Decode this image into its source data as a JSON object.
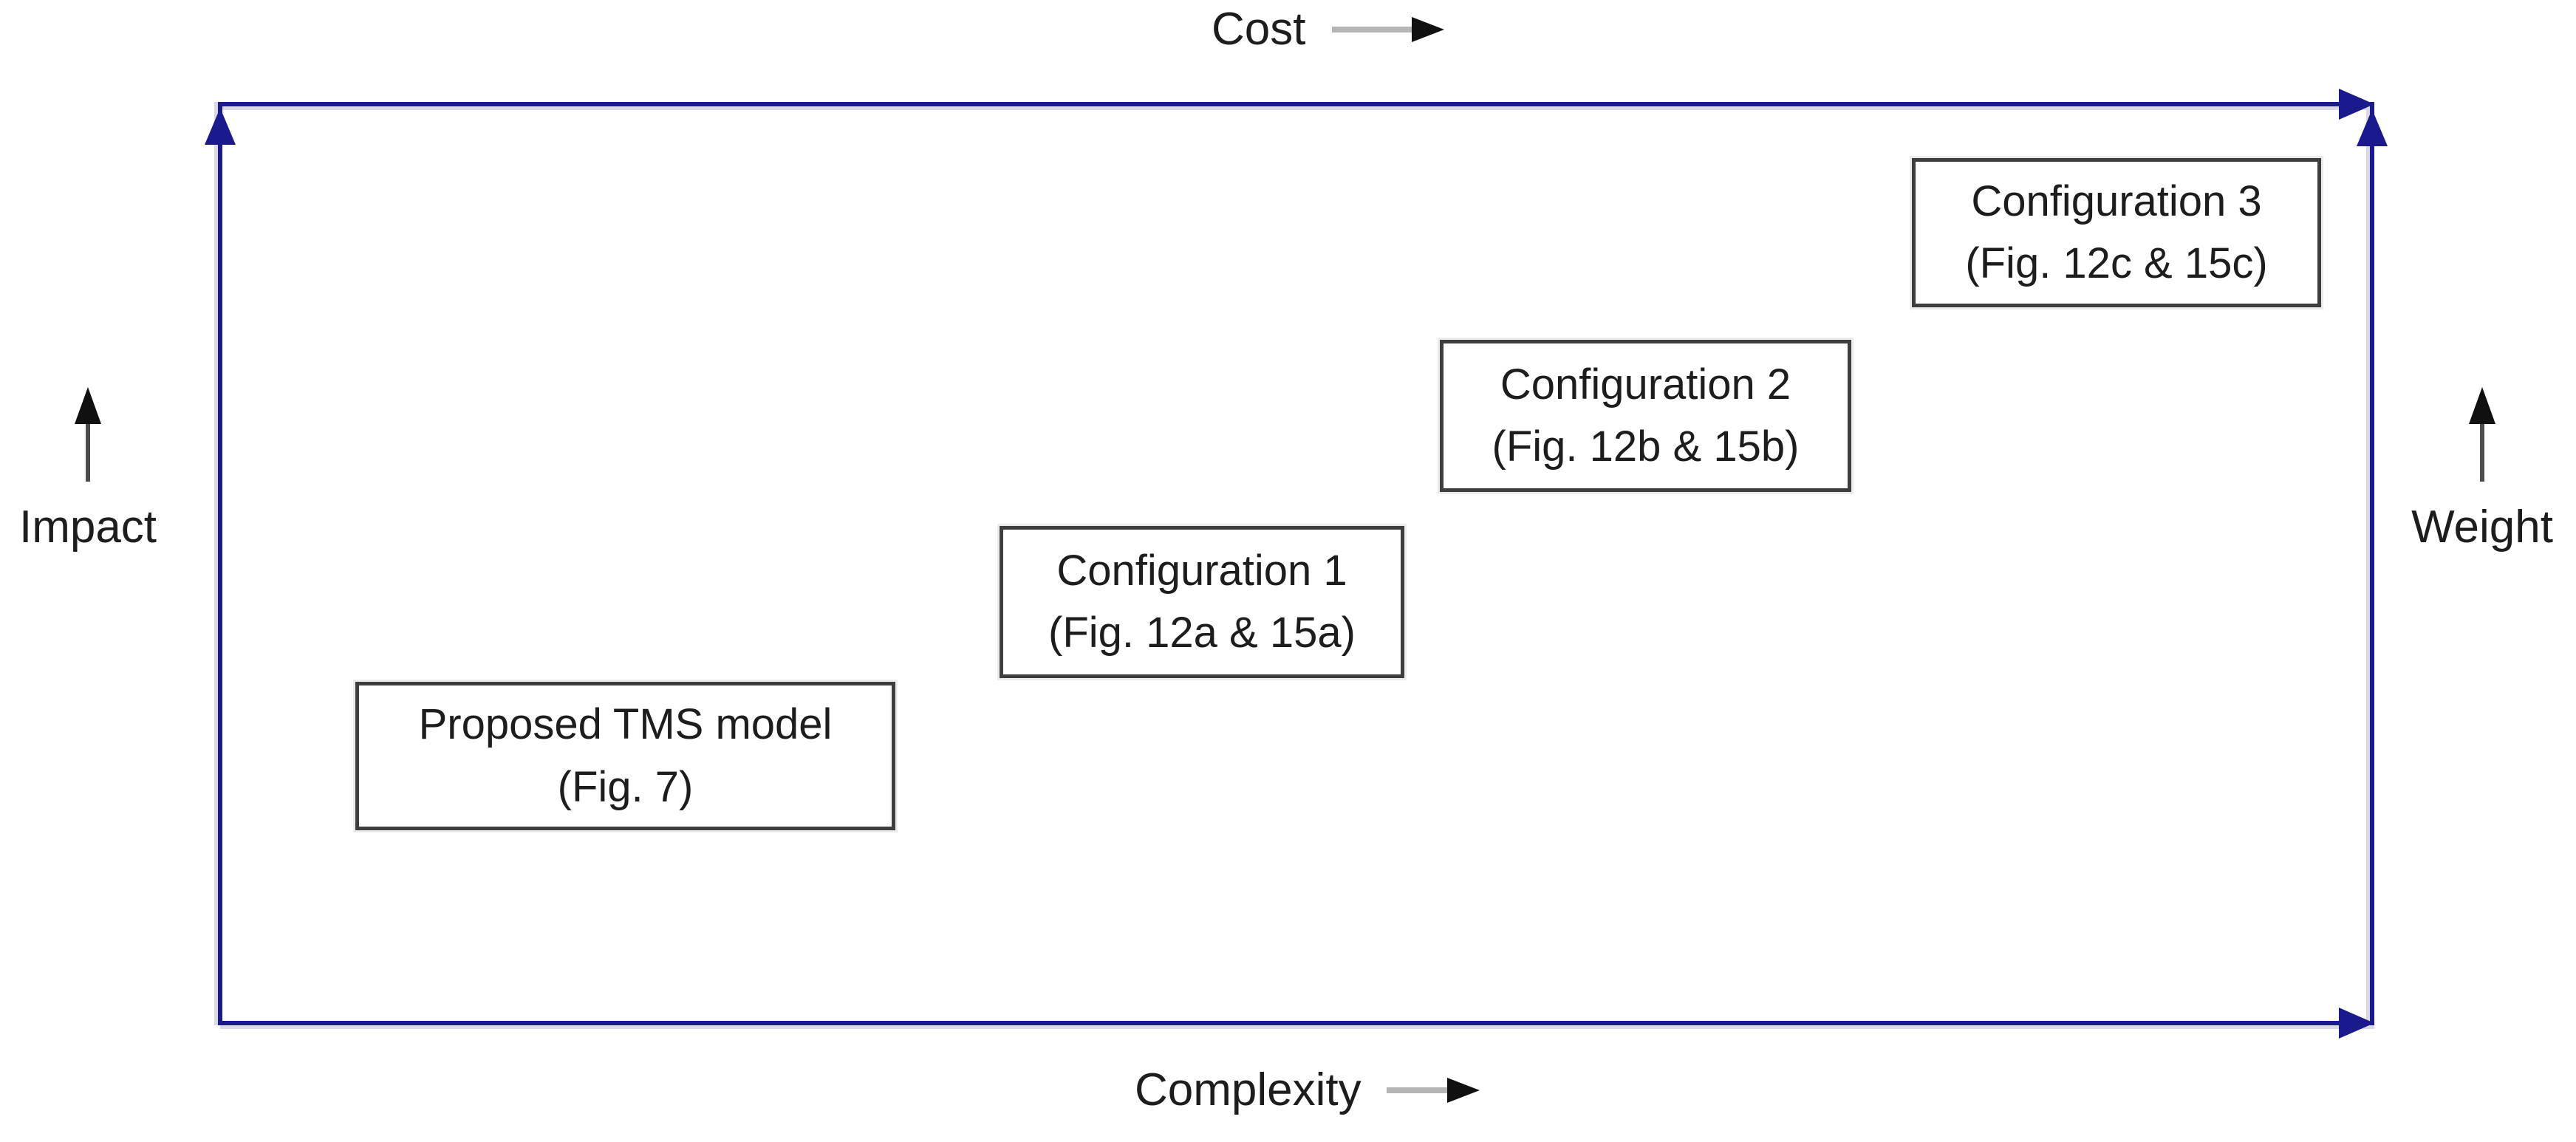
{
  "figure": {
    "type": "positioning-diagram",
    "frame": {
      "top_axis": "Cost",
      "bottom_axis": "Complexity",
      "left_axis": "Impact",
      "right_axis": "Weight"
    },
    "nodes": [
      {
        "title": "Proposed TMS model",
        "subtitle": "(Fig. 7)"
      },
      {
        "title": "Configuration 1",
        "subtitle": "(Fig. 12a & 15a)"
      },
      {
        "title": "Configuration 2",
        "subtitle": "(Fig. 12b & 15b)"
      },
      {
        "title": "Configuration 3",
        "subtitle": "(Fig. 12c & 15c)"
      }
    ],
    "colors": {
      "frame": "#1a1a8c",
      "frame_shadow": "#d9d9ea",
      "node_border": "#3e3e3e",
      "text": "#1d1d1d",
      "axis_arrow_shaft": "#b5b5b5",
      "axis_arrow_head": "#101010",
      "background": "#ffffff"
    }
  }
}
